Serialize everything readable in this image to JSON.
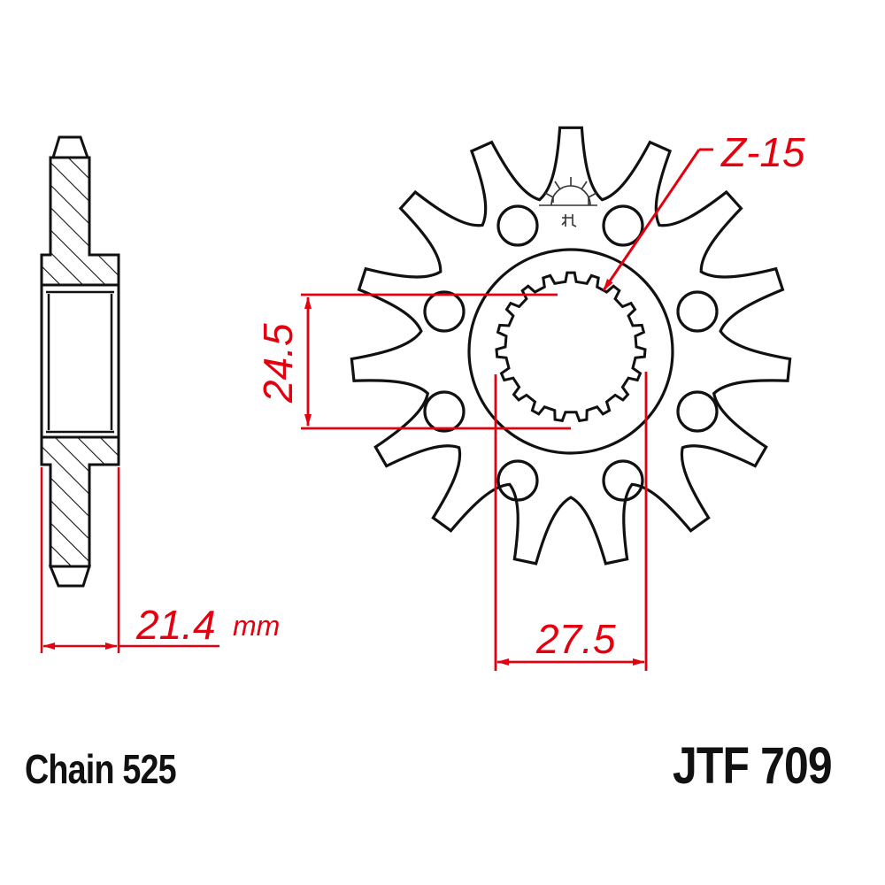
{
  "colors": {
    "outline": "#111111",
    "dimension": "#e3000f",
    "background": "#ffffff"
  },
  "side_view": {
    "name": "sprocket-side-section",
    "width_dimension": {
      "value": "21.4",
      "unit": "mm"
    }
  },
  "front_view": {
    "name": "sprocket-front-view",
    "teeth_count_label": "Z-15",
    "teeth": 15,
    "bolt_holes": 8,
    "spline_teeth": 19,
    "dimensions": {
      "vertical": "24.5",
      "horizontal": "27.5"
    },
    "logo": "jt-sun-logo"
  },
  "footer": {
    "chain_label": "Chain 525",
    "part_number": "JTF 709"
  }
}
